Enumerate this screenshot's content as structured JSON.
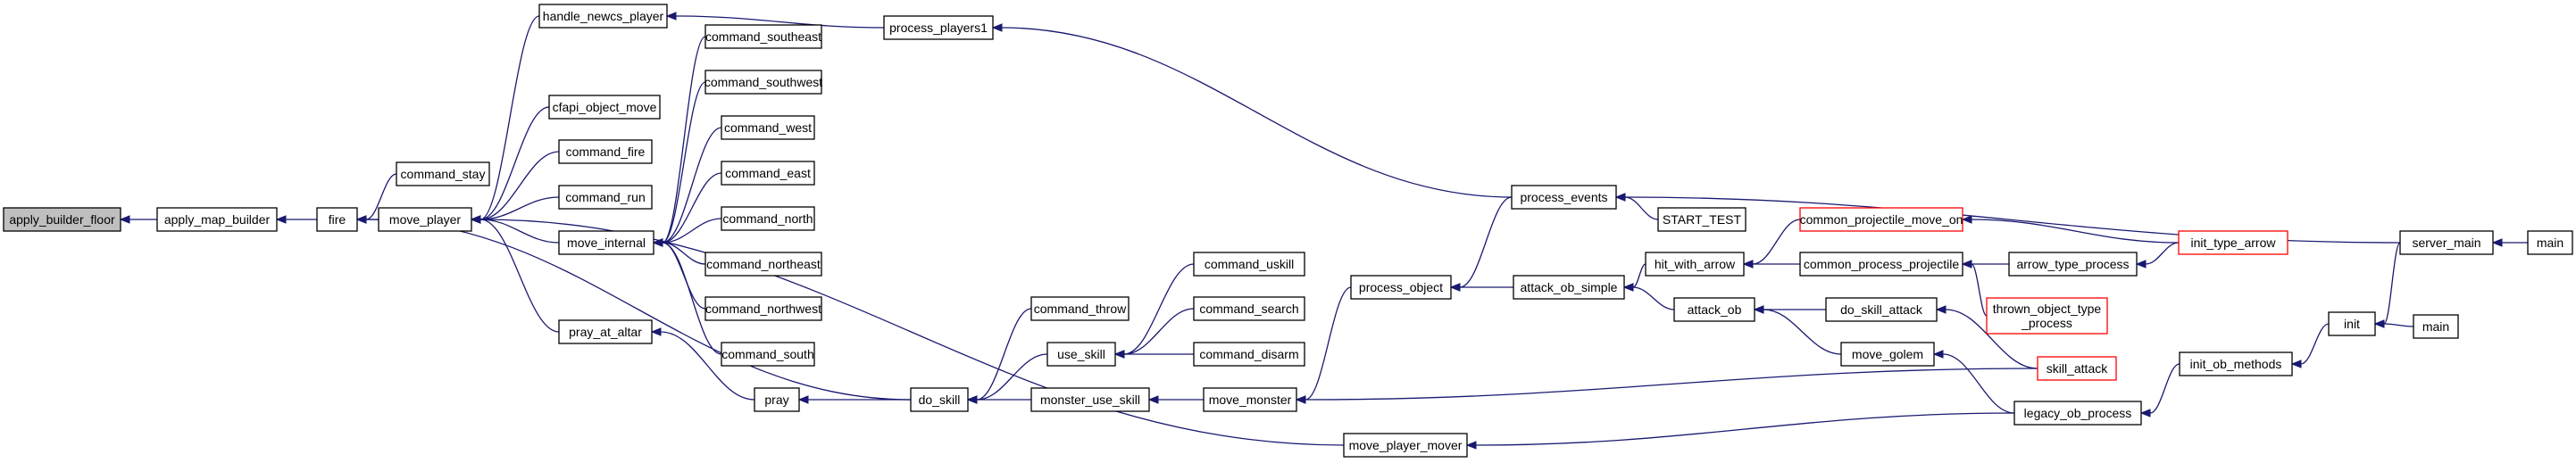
{
  "graph": {
    "edge_color": "#191970",
    "truncated_border_color": "#ff0000",
    "root_fill": "#bfbfbf",
    "nodes": [
      {
        "id": "apply_builder_floor",
        "lines": [
          "apply_builder_floor"
        ],
        "root": true
      },
      {
        "id": "apply_map_builder",
        "lines": [
          "apply_map_builder"
        ]
      },
      {
        "id": "fire",
        "lines": [
          "fire"
        ]
      },
      {
        "id": "command_stay",
        "lines": [
          "command_stay"
        ]
      },
      {
        "id": "move_player",
        "lines": [
          "move_player"
        ]
      },
      {
        "id": "handle_newcs_player",
        "lines": [
          "handle_newcs_player"
        ]
      },
      {
        "id": "cfapi_object_move",
        "lines": [
          "cfapi_object_move"
        ]
      },
      {
        "id": "command_fire",
        "lines": [
          "command_fire"
        ]
      },
      {
        "id": "command_run",
        "lines": [
          "command_run"
        ]
      },
      {
        "id": "move_internal",
        "lines": [
          "move_internal"
        ]
      },
      {
        "id": "pray_at_altar",
        "lines": [
          "pray_at_altar"
        ]
      },
      {
        "id": "pray",
        "lines": [
          "pray"
        ]
      },
      {
        "id": "command_southeast",
        "lines": [
          "command_southeast"
        ]
      },
      {
        "id": "command_southwest",
        "lines": [
          "command_southwest"
        ]
      },
      {
        "id": "command_west",
        "lines": [
          "command_west"
        ]
      },
      {
        "id": "command_east",
        "lines": [
          "command_east"
        ]
      },
      {
        "id": "command_north",
        "lines": [
          "command_north"
        ]
      },
      {
        "id": "command_northeast",
        "lines": [
          "command_northeast"
        ]
      },
      {
        "id": "command_northwest",
        "lines": [
          "command_northwest"
        ]
      },
      {
        "id": "command_south",
        "lines": [
          "command_south"
        ]
      },
      {
        "id": "process_players1",
        "lines": [
          "process_players1"
        ]
      },
      {
        "id": "do_skill",
        "lines": [
          "do_skill"
        ]
      },
      {
        "id": "command_throw",
        "lines": [
          "command_throw"
        ]
      },
      {
        "id": "use_skill",
        "lines": [
          "use_skill"
        ]
      },
      {
        "id": "monster_use_skill",
        "lines": [
          "monster_use_skill"
        ]
      },
      {
        "id": "command_uskill",
        "lines": [
          "command_uskill"
        ]
      },
      {
        "id": "command_search",
        "lines": [
          "command_search"
        ]
      },
      {
        "id": "command_disarm",
        "lines": [
          "command_disarm"
        ]
      },
      {
        "id": "move_monster",
        "lines": [
          "move_monster"
        ]
      },
      {
        "id": "move_player_mover",
        "lines": [
          "move_player_mover"
        ]
      },
      {
        "id": "process_object",
        "lines": [
          "process_object"
        ]
      },
      {
        "id": "process_events",
        "lines": [
          "process_events"
        ]
      },
      {
        "id": "START_TEST",
        "lines": [
          "START_TEST"
        ]
      },
      {
        "id": "attack_ob_simple",
        "lines": [
          "attack_ob_simple"
        ]
      },
      {
        "id": "hit_with_arrow",
        "lines": [
          "hit_with_arrow"
        ]
      },
      {
        "id": "attack_ob",
        "lines": [
          "attack_ob"
        ]
      },
      {
        "id": "common_projectile_move_on",
        "lines": [
          "common_projectile_move_on"
        ],
        "truncated": true
      },
      {
        "id": "common_process_projectile",
        "lines": [
          "common_process_projectile"
        ]
      },
      {
        "id": "thrown_object_type_process",
        "lines": [
          "thrown_object_type",
          "_process"
        ],
        "truncated": true
      },
      {
        "id": "do_skill_attack",
        "lines": [
          "do_skill_attack"
        ]
      },
      {
        "id": "move_golem",
        "lines": [
          "move_golem"
        ]
      },
      {
        "id": "skill_attack",
        "lines": [
          "skill_attack"
        ],
        "truncated": true
      },
      {
        "id": "legacy_ob_process",
        "lines": [
          "legacy_ob_process"
        ]
      },
      {
        "id": "arrow_type_process",
        "lines": [
          "arrow_type_process"
        ]
      },
      {
        "id": "init_type_arrow",
        "lines": [
          "init_type_arrow"
        ],
        "truncated": true
      },
      {
        "id": "init_ob_methods",
        "lines": [
          "init_ob_methods"
        ]
      },
      {
        "id": "init",
        "lines": [
          "init"
        ]
      },
      {
        "id": "server_main",
        "lines": [
          "server_main"
        ]
      },
      {
        "id": "main_1",
        "lines": [
          "main"
        ]
      },
      {
        "id": "main_2",
        "lines": [
          "main"
        ]
      }
    ],
    "edges": [
      [
        "apply_map_builder",
        "apply_builder_floor"
      ],
      [
        "fire",
        "apply_map_builder"
      ],
      [
        "command_stay",
        "fire"
      ],
      [
        "move_player",
        "fire"
      ],
      [
        "do_skill",
        "fire"
      ],
      [
        "handle_newcs_player",
        "move_player"
      ],
      [
        "cfapi_object_move",
        "move_player"
      ],
      [
        "command_fire",
        "move_player"
      ],
      [
        "command_run",
        "move_player"
      ],
      [
        "move_internal",
        "move_player"
      ],
      [
        "pray_at_altar",
        "move_player"
      ],
      [
        "move_player_mover",
        "move_player"
      ],
      [
        "command_southeast",
        "move_internal"
      ],
      [
        "command_southwest",
        "move_internal"
      ],
      [
        "command_west",
        "move_internal"
      ],
      [
        "command_east",
        "move_internal"
      ],
      [
        "command_north",
        "move_internal"
      ],
      [
        "command_northeast",
        "move_internal"
      ],
      [
        "command_northwest",
        "move_internal"
      ],
      [
        "command_south",
        "move_internal"
      ],
      [
        "pray",
        "pray_at_altar"
      ],
      [
        "do_skill",
        "pray"
      ],
      [
        "process_players1",
        "handle_newcs_player"
      ],
      [
        "process_events",
        "process_players1"
      ],
      [
        "command_throw",
        "do_skill"
      ],
      [
        "use_skill",
        "do_skill"
      ],
      [
        "monster_use_skill",
        "do_skill"
      ],
      [
        "command_uskill",
        "use_skill"
      ],
      [
        "command_search",
        "use_skill"
      ],
      [
        "command_disarm",
        "use_skill"
      ],
      [
        "move_monster",
        "monster_use_skill"
      ],
      [
        "process_object",
        "move_monster"
      ],
      [
        "skill_attack",
        "move_monster"
      ],
      [
        "legacy_ob_process",
        "move_player_mover"
      ],
      [
        "process_events",
        "process_object"
      ],
      [
        "attack_ob_simple",
        "process_object"
      ],
      [
        "START_TEST",
        "process_events"
      ],
      [
        "server_main",
        "process_events"
      ],
      [
        "hit_with_arrow",
        "attack_ob_simple"
      ],
      [
        "attack_ob",
        "attack_ob_simple"
      ],
      [
        "common_projectile_move_on",
        "hit_with_arrow"
      ],
      [
        "common_process_projectile",
        "hit_with_arrow"
      ],
      [
        "do_skill_attack",
        "attack_ob"
      ],
      [
        "move_golem",
        "attack_ob"
      ],
      [
        "arrow_type_process",
        "common_process_projectile"
      ],
      [
        "thrown_object_type_process",
        "common_process_projectile"
      ],
      [
        "init_type_arrow",
        "common_projectile_move_on"
      ],
      [
        "init_type_arrow",
        "arrow_type_process"
      ],
      [
        "skill_attack",
        "do_skill_attack"
      ],
      [
        "legacy_ob_process",
        "move_golem"
      ],
      [
        "init_ob_methods",
        "legacy_ob_process"
      ],
      [
        "init",
        "init_ob_methods"
      ],
      [
        "server_main",
        "init"
      ],
      [
        "main_1",
        "server_main"
      ],
      [
        "main_2",
        "init"
      ]
    ]
  }
}
